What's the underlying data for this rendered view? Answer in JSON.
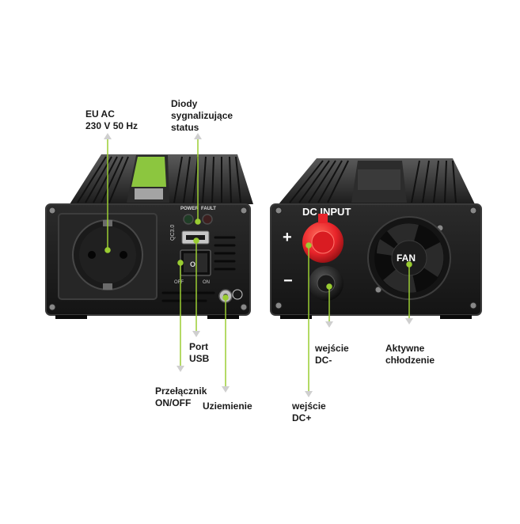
{
  "callouts": {
    "eu_ac": "EU AC\n230 V 50 Hz",
    "diodes": "Diody\nsygnalizujące\nstatus",
    "usb_port": "Port\nUSB",
    "switch": "Przełącznik\nON/OFF",
    "ground": "Uziemienie",
    "dc_minus": "wejście\nDC-",
    "dc_plus": "wejście\nDC+",
    "cooling": "Aktywne\nchłodzenie"
  },
  "device_markings": {
    "power": "POWER",
    "fault": "FAULT",
    "qc": "QC3.0",
    "off": "OFF",
    "on": "ON",
    "switch_symbol": "O",
    "dc_input": "DC INPUT",
    "plus": "+",
    "minus": "−",
    "fan": "FAN"
  },
  "colors": {
    "accent_green": "#8cc63f",
    "leader_line": "#9acd32",
    "terminal_red": "#e8242a",
    "body_dark": "#1e1e1e"
  }
}
